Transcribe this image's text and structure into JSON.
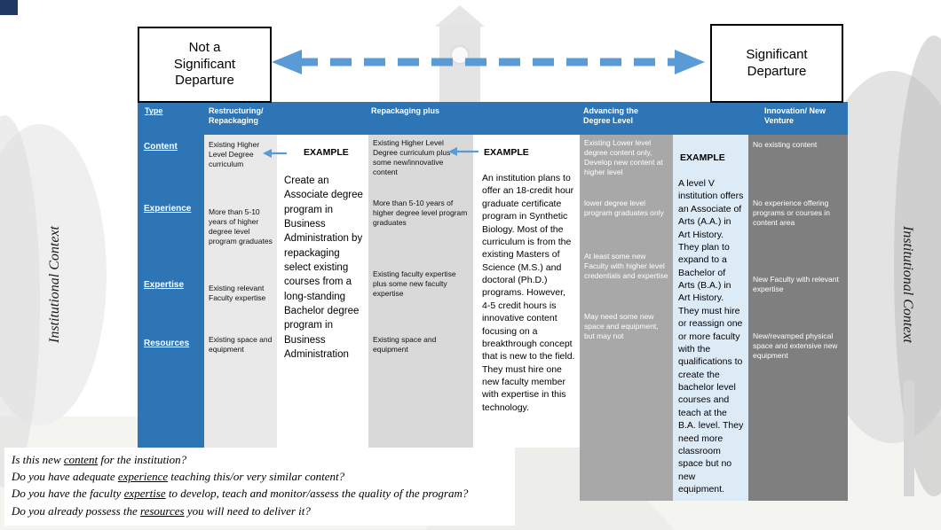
{
  "continuum": {
    "left_box": "Not a\nSignificant\nDeparture",
    "right_box": "Significant\nDeparture",
    "arrow_color": "#5B9BD5"
  },
  "side_labels": {
    "left": "Institutional Context",
    "right": "Institutional Context"
  },
  "header": {
    "type": "Type",
    "col1": "Restructuring/\nRepackaging",
    "col2": "Repackaging plus",
    "col3": "Advancing the\nDegree Level",
    "col4": "Innovation/ New\nVenture",
    "bg_color": "#2E75B6"
  },
  "rows": [
    "Content",
    "Experience",
    "Expertise",
    "Resources"
  ],
  "col1": {
    "content": "Existing Higher Level Degree curriculum",
    "experience": "More than 5-10 years of higher degree level program graduates",
    "expertise": "Existing relevant Faculty expertise",
    "resources": "Existing space and equipment"
  },
  "example1": {
    "label": "EXAMPLE",
    "text": "Create an Associate degree program in Business Administration by repackaging select existing courses from a long-standing Bachelor degree program in Business Administration"
  },
  "col2": {
    "content": "Existing Higher Level Degree curriculum plus some new/innovative content",
    "experience": "More than 5-10 years of higher degree level program graduates",
    "expertise": "Existing faculty expertise plus some new faculty expertise",
    "resources": "Existing space and equipment"
  },
  "example2": {
    "label": "EXAMPLE",
    "text": "An institution plans to offer an 18-credit hour graduate certificate program in Synthetic Biology.  Most of the curriculum is from the existing Masters of Science (M.S.) and doctoral (Ph.D.) programs. However, 4-5 credit hours is innovative content focusing on a breakthrough concept that is new to the field.  They must hire one new faculty member with expertise in this technology."
  },
  "col3": {
    "content": "Existing Lower level degree content only, Develop new content at higher level",
    "experience": "lower degree level program graduates only",
    "expertise": "At least some new Faculty with higher level credentials and expertise",
    "resources": "May need some new space and equipment, but may not"
  },
  "example3": {
    "label": "EXAMPLE",
    "text": "A level V institution offers an Associate of Arts (A.A.) in Art History.  They plan to expand to a Bachelor of Arts (B.A.) in Art History.  They must hire or reassign one or more faculty with the qualifications to create the bachelor level courses and teach at the B.A. level.  They need more classroom space but no new equipment."
  },
  "col4": {
    "content": "No existing content",
    "experience": "No experience offering programs or courses in content area",
    "expertise": "New Faculty with relevant expertise",
    "resources": "New/revamped physical space and extensive new equipment"
  },
  "questions": [
    {
      "pre": "Is this new ",
      "u": "content",
      "post": " for the institution?"
    },
    {
      "pre": "Do you have adequate ",
      "u": "experience",
      "post": " teaching this/or very similar content?"
    },
    {
      "pre": "Do you have the faculty ",
      "u": "expertise",
      "post": " to develop, teach and monitor/assess the quality of the program?"
    },
    {
      "pre": "Do you already possess the ",
      "u": "resources",
      "post": " you will need to deliver it?"
    }
  ]
}
